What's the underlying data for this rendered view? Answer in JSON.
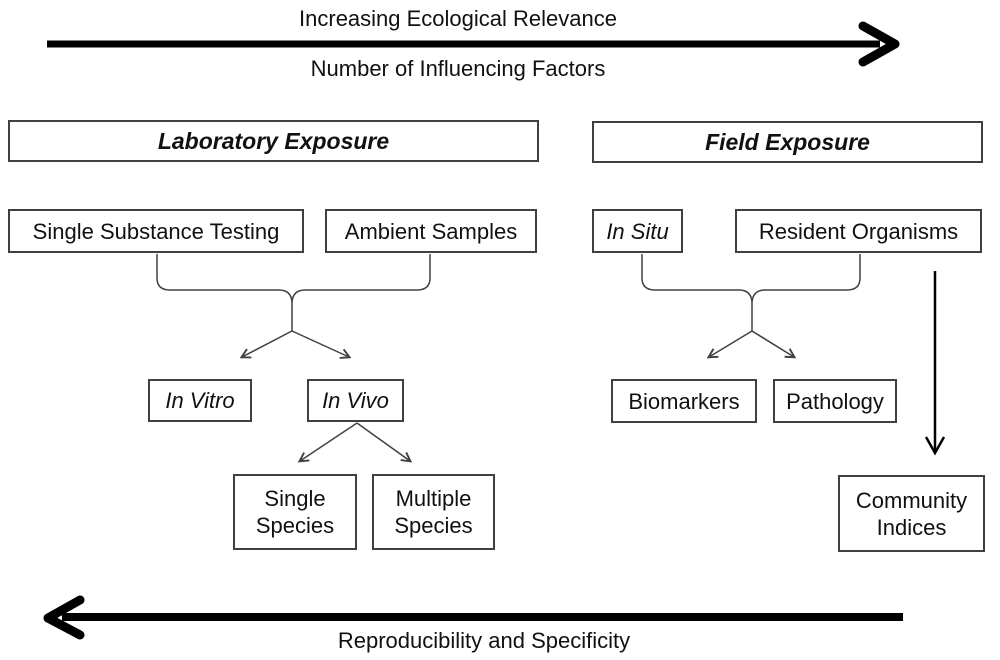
{
  "axes": {
    "top_label_above": "Increasing Ecological Relevance",
    "top_label_below": "Number of Influencing Factors",
    "bottom_label": "Reproducibility and Specificity"
  },
  "boxes": {
    "laboratory_exposure": "Laboratory Exposure",
    "field_exposure": "Field Exposure",
    "single_substance_testing": "Single Substance Testing",
    "ambient_samples": "Ambient Samples",
    "in_situ": "In Situ",
    "resident_organisms": "Resident Organisms",
    "in_vitro": "In Vitro",
    "in_vivo": "In Vivo",
    "single_species": "Single Species",
    "multiple_species": "Multiple Species",
    "biomarkers": "Biomarkers",
    "pathology": "Pathology",
    "community_indices": "Community Indices"
  },
  "colors": {
    "connector": "#404040",
    "arrow": "#000000",
    "box_border": "#404040",
    "text": "#111111",
    "background": "#ffffff"
  }
}
